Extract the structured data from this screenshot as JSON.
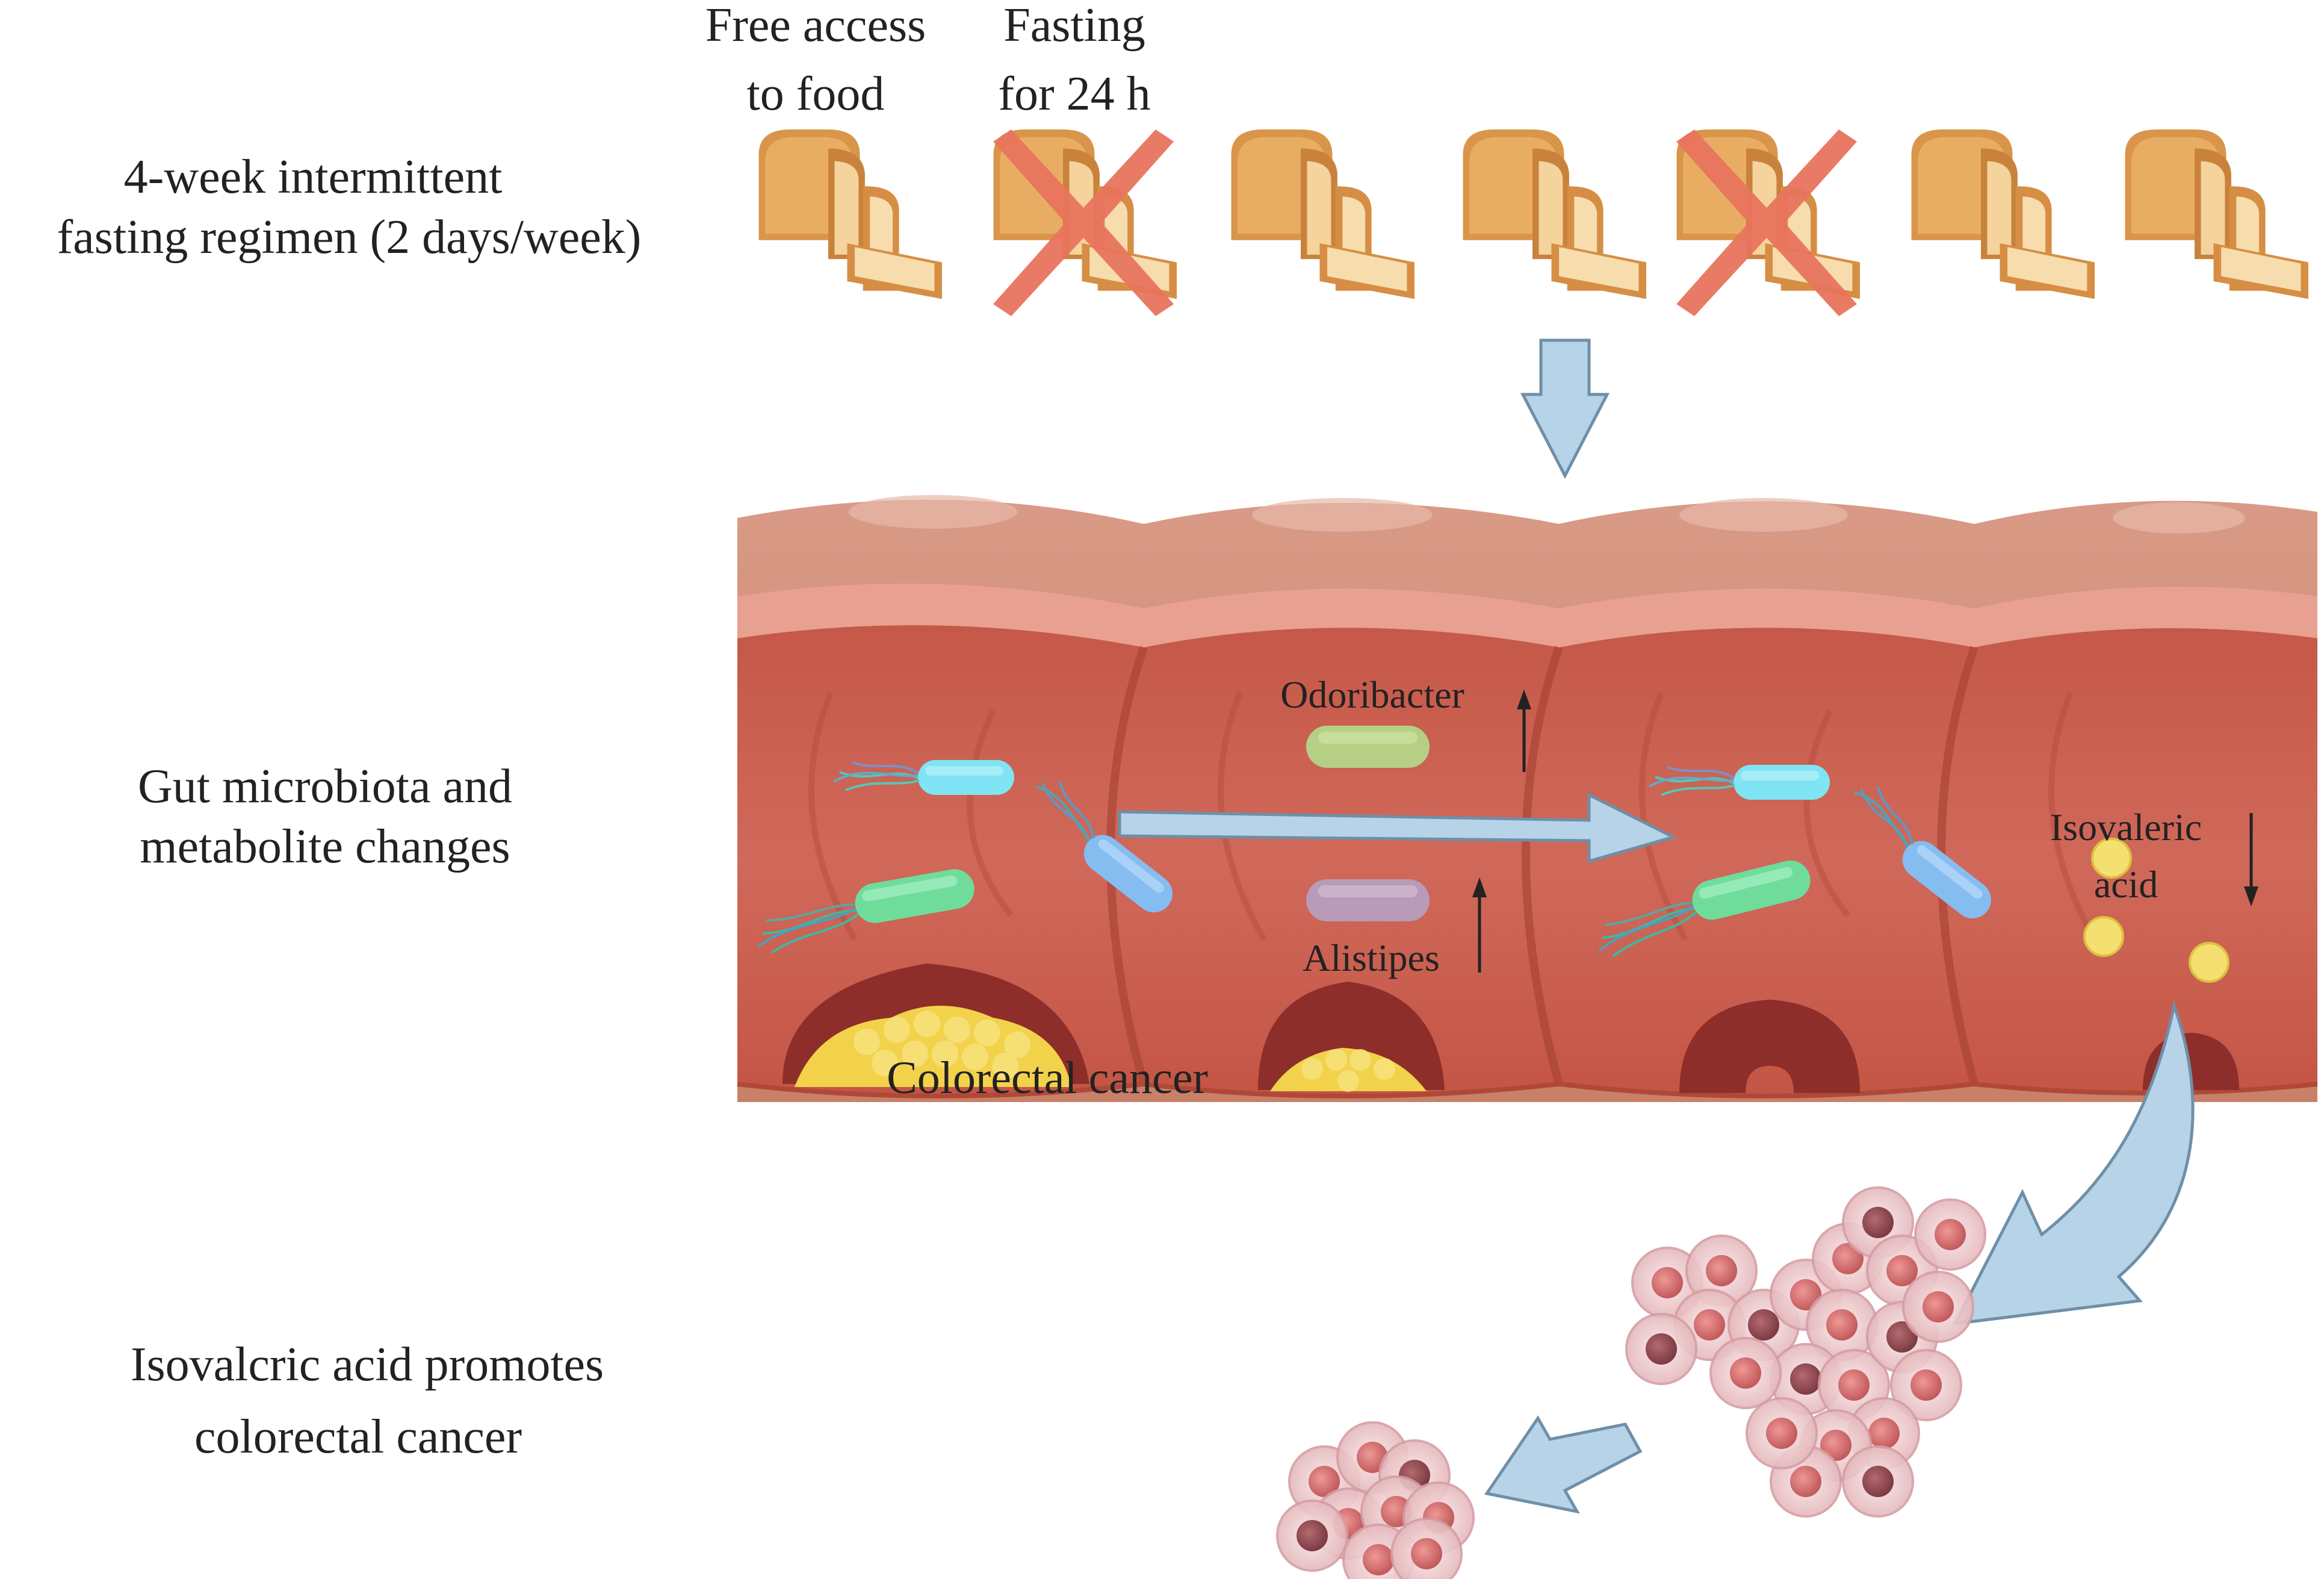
{
  "rows": [
    {
      "line1": "4-week intermittent",
      "line2": "fasting regimen (2 days/week)"
    },
    {
      "line1": "Gut microbiota and",
      "line2": "metabolite changes"
    },
    {
      "line1": "Isovalcric acid promotes",
      "line2": "colorectal cancer"
    }
  ],
  "diet": {
    "free_label_line1": "Free access",
    "free_label_line2": "to food",
    "fast_label_line1": "Fasting",
    "fast_label_line2": "for 24 h",
    "days": [
      "fed",
      "fasted",
      "fed",
      "fed",
      "fasted",
      "fed",
      "fed"
    ]
  },
  "gut": {
    "odoribacter": {
      "name": "Odoribacter",
      "trend": "increase"
    },
    "alistipes": {
      "name": "Alistipes",
      "trend": "increase"
    },
    "isovaleric": {
      "line1": "Isovaleric",
      "line2": "acid",
      "trend": "decrease"
    },
    "tumor_label": "Colorectal cancer"
  },
  "colors": {
    "bread_crust": "#d9954a",
    "bread_crumb": "#f7d9a8",
    "cross": "#e8745e",
    "arrow_fill": "#b7d3e8",
    "arrow_stroke": "#6f8fa8",
    "gut_wall": "#d98878",
    "gut_lumen": "#c95a4a",
    "tumor": "#f2d24b",
    "metabolite": "#f4e070"
  }
}
